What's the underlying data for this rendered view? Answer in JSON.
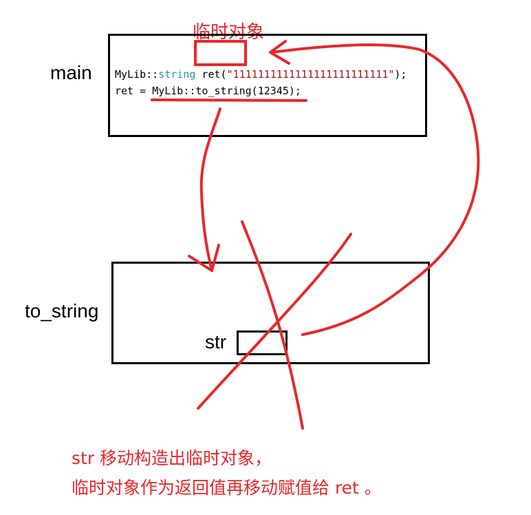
{
  "temp_object_label": "临时对象",
  "main_label": "main",
  "to_string_label": "to_string",
  "str_label": "str",
  "code": {
    "line1": {
      "ns": "MyLib::",
      "type": "string",
      "rest": " ret(",
      "literal": "\"1111111111111111111111111\"",
      "end": ");"
    },
    "line2": {
      "lhs": "ret = ",
      "call": "MyLib::to_string(12345);"
    }
  },
  "caption": {
    "line1": "str 移动构造出临时对象，",
    "line2": "临时对象作为返回值再移动赋值给 ret 。"
  },
  "colors": {
    "annotation": "#e8272b",
    "box": "#000000",
    "type_keyword": "#2b91af",
    "string_literal": "#a31515"
  }
}
